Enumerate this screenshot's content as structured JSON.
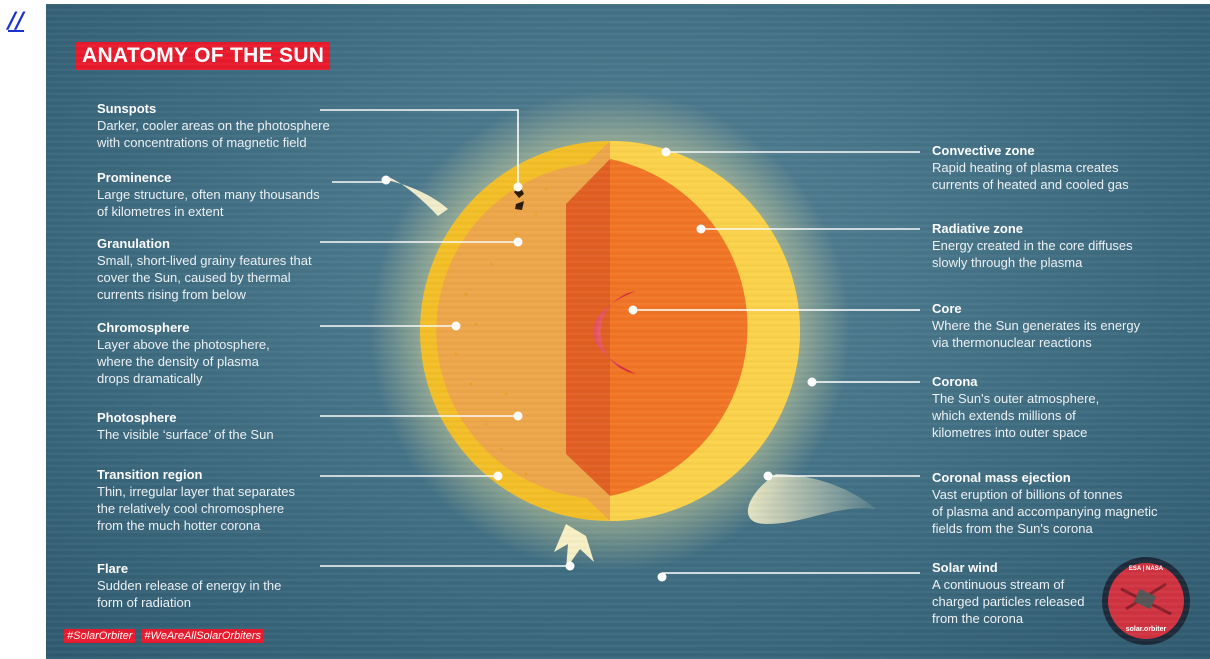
{
  "corner_link": "//",
  "title": "ANATOMY OF THE SUN",
  "left_labels": [
    {
      "heading": "Sunspots",
      "text": "Darker, cooler areas on the photosphere\nwith concentrations of magnetic field"
    },
    {
      "heading": "Prominence",
      "text": "Large structure, often many thousands\nof kilometres in extent"
    },
    {
      "heading": "Granulation",
      "text": "Small, short-lived grainy features that\ncover the Sun, caused by thermal\ncurrents rising from below"
    },
    {
      "heading": "Chromosphere",
      "text": "Layer above the photosphere,\nwhere the density of plasma\ndrops dramatically"
    },
    {
      "heading": "Photosphere",
      "text": "The visible ‘surface’ of the Sun"
    },
    {
      "heading": "Transition region",
      "text": "Thin, irregular layer that separates\nthe relatively cool chromosphere\nfrom the much hotter corona"
    },
    {
      "heading": "Flare",
      "text": "Sudden release of energy in the\nform of radiation"
    }
  ],
  "right_labels": [
    {
      "heading": "Convective zone",
      "text": "Rapid heating of plasma creates\ncurrents of heated and cooled gas"
    },
    {
      "heading": "Radiative zone",
      "text": "Energy created in the core diffuses\nslowly through the plasma"
    },
    {
      "heading": "Core",
      "text": "Where the Sun generates its energy\nvia thermonuclear reactions"
    },
    {
      "heading": "Corona",
      "text": "The Sun's outer atmosphere,\nwhich extends millions of\nkilometres into outer space"
    },
    {
      "heading": "Coronal mass ejection",
      "text": "Vast eruption of billions of tonnes\nof plasma and accompanying magnetic\nfields from the Sun's corona"
    },
    {
      "heading": "Solar wind",
      "text": "A continuous stream of\ncharged particles released\nfrom the corona"
    }
  ],
  "hashtags": [
    "#SolarOrbiter",
    "#WeAreAllSolarOrbiters"
  ],
  "badge": {
    "top_text": "ESA | NASA",
    "bottom_text": "solar.orbiter"
  },
  "colors": {
    "accent_red": "#e8192c",
    "background": "#41707f",
    "sun_yellow": "#f6c22a",
    "interior_orange": "#f27524",
    "core_red": "#e03340"
  }
}
